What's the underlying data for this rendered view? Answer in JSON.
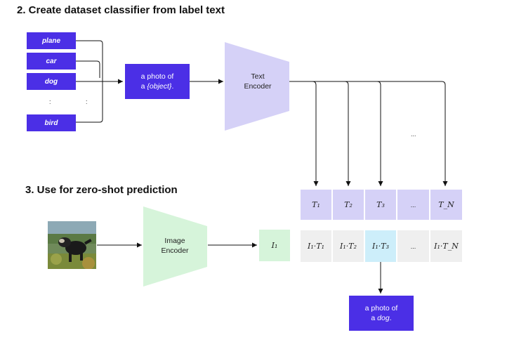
{
  "step2": {
    "title": "2. Create dataset classifier from label text",
    "labels": [
      "plane",
      "car",
      "dog",
      "bird"
    ],
    "ellipsis": ":",
    "prompt": {
      "line1": "a photo of",
      "line2_pre": "a ",
      "line2_obj": "{object}",
      "line2_post": "."
    },
    "text_encoder": {
      "line1": "Text",
      "line2": "Encoder"
    },
    "ellipsis_right": "..."
  },
  "step3": {
    "title": "3. Use for zero-shot prediction",
    "image_encoder": {
      "line1": "Image",
      "line2": "Encoder"
    },
    "image_embedding": "I₁",
    "text_embeddings": [
      "T₁",
      "T₂",
      "T₃",
      "...",
      "T_N"
    ],
    "similarities": [
      "I₁·T₁",
      "I₁·T₂",
      "I₁·T₃",
      "...",
      "I₁·T_N"
    ],
    "highlight_index": 2,
    "result": {
      "line1": "a photo of",
      "line2_pre": "a ",
      "line2_obj": "dog",
      "line2_post": "."
    }
  },
  "colors": {
    "accent_purple": "#4b2fe6",
    "text_encoder": "#d5d1f7",
    "image_encoder": "#d6f4da",
    "highlight": "#cdeefa",
    "cell_gray": "#efefef"
  }
}
